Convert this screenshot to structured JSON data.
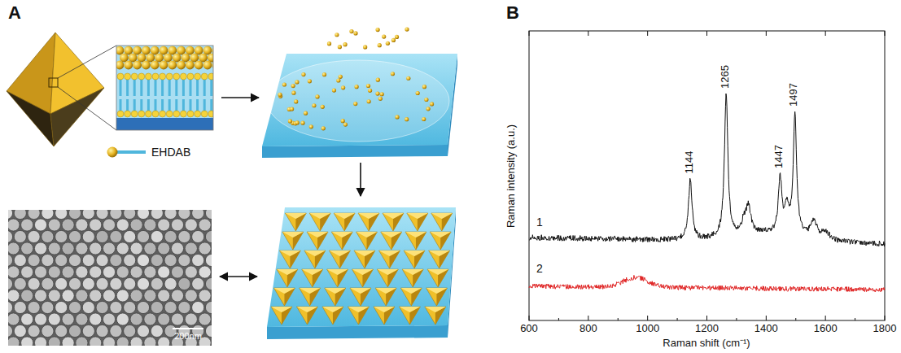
{
  "diagram": {
    "labels": [
      "A",
      "B",
      "200nm",
      "1144",
      "1265",
      "1447",
      "1497",
      "1",
      "2",
      "Raman intensity (a.u.)",
      "600",
      "800",
      "1000",
      "1200",
      "1400",
      "1600",
      "1800",
      "Raman shift (cm⁻¹)"
    ],
    "legend": [
      {
        "text": "EHDAB"
      }
    ]
  }
}
